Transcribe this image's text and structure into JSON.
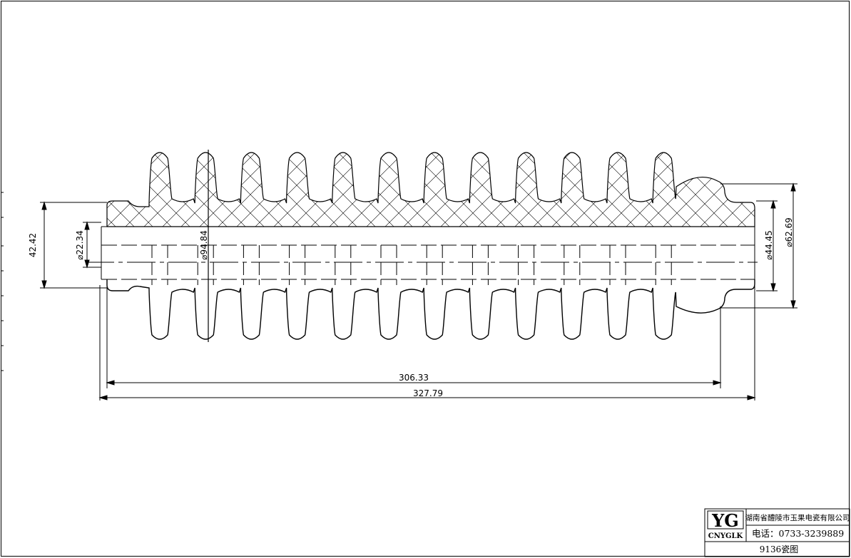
{
  "dimensions": {
    "overall_length": "327.79",
    "body_length": "306.33",
    "flange_height": "42.42",
    "bore_diameter": "⌀22.34",
    "shed_diameter": "⌀94.84",
    "end_inner_diameter": "⌀44.45",
    "end_outer_diameter": "⌀62.69"
  },
  "title_block": {
    "logo_text": "YG",
    "logo_subtext": "CNYGLK",
    "company": "湖南省醴陵市玉果电瓷有限公司",
    "phone": "电话：0733-3239889",
    "drawing_name": "9136瓷图"
  },
  "drawing": {
    "shed_count": 12,
    "colors": {
      "line": "#000000",
      "background": "#ffffff"
    }
  }
}
